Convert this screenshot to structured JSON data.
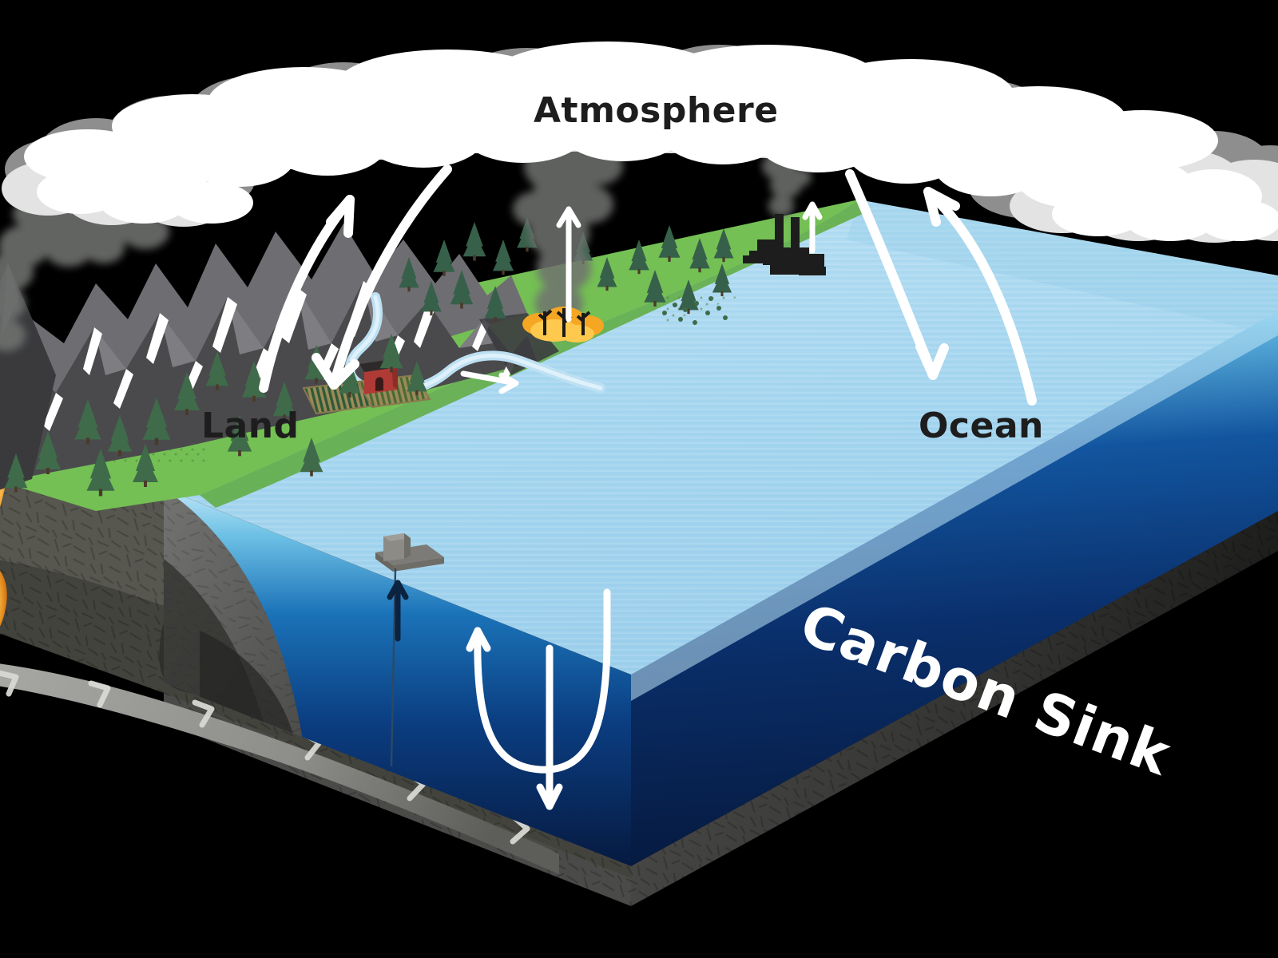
{
  "diagram": {
    "title": "Carbon cycle / carbon sink cross-section block diagram",
    "background_color": "#000000",
    "labels": {
      "atmosphere": "Atmosphere",
      "land": "Land",
      "ocean": "Ocean",
      "carbon_sink": "Carbon Sink"
    },
    "label_colors": {
      "atmosphere": "#1d1d1d",
      "land": "#1d1d1d",
      "ocean": "#1d1d1d",
      "carbon_sink": "#ffffff"
    }
  },
  "palette": {
    "sky": "#000000",
    "cloud_white": "#ffffff",
    "cloud_light": "#e3e3e3",
    "cloud_mid": "#bdbdbd",
    "cloud_dark": "#8e8e8e",
    "land_green": "#74c054",
    "land_green_dark": "#63ad46",
    "tree_green": "#3f6b4a",
    "tree_green_dark": "#31543a",
    "mountain_dark": "#4a4a4d",
    "mountain_mid": "#6e6e72",
    "mountain_light": "#8f8f94",
    "snow": "#ffffff",
    "river_blue": "#bde0f2",
    "ocean_surface": "#a9d8ef",
    "ocean_shallow": "#7fc6e8",
    "ocean_mid": "#0e63ab",
    "ocean_deep": "#0a2d63",
    "ocean_abyss": "#071d45",
    "crust_light": "#9a9a98",
    "crust_mid": "#5f5f5e",
    "crust_dark": "#3a3a39",
    "crust_darkest": "#2a2a29",
    "barn_red": "#b03a35",
    "barn_roof": "#2f2a2a",
    "fire_orange": "#f5a623",
    "fire_yellow": "#ffc94d",
    "smoke_gray": "#6f7270",
    "factory_black": "#1d1d1d",
    "magma_orange": "#f0941f",
    "arrow_white": "#ffffff",
    "arrow_navy": "#0c2340"
  },
  "features": {
    "atmosphere": {
      "name": "Atmosphere",
      "element": "cloud-bank",
      "cloud_rows": 3
    },
    "land": {
      "name": "Land",
      "items": [
        {
          "id": "mountain-range",
          "label": "Snow-capped mountain range"
        },
        {
          "id": "volcano-plume",
          "label": "Volcanic ash plume"
        },
        {
          "id": "conifer-forest",
          "label": "Conifer forest"
        },
        {
          "id": "river",
          "label": "Meandering river"
        },
        {
          "id": "red-barn",
          "label": "Red barn"
        },
        {
          "id": "crop-fields",
          "label": "Two tilled crop fields"
        },
        {
          "id": "wildfire",
          "label": "Wildfire with smoke plume"
        },
        {
          "id": "factory",
          "label": "Industrial factory with smokestacks"
        }
      ]
    },
    "ocean": {
      "name": "Ocean",
      "items": [
        {
          "id": "offshore-platform",
          "label": "Offshore platform with drill line"
        },
        {
          "id": "ocean-surface",
          "label": "Ocean surface"
        },
        {
          "id": "ocean-cross-section",
          "label": "Ocean depth cross-section"
        }
      ]
    },
    "crust": {
      "name": "Crust / seafloor",
      "items": [
        {
          "id": "seafloor-slope",
          "label": "Continental slope"
        },
        {
          "id": "plate-band",
          "label": "Tectonic plate band with motion chevrons"
        }
      ],
      "chevron_count": 10,
      "chevron_direction": "left"
    }
  },
  "flux_arrows": [
    {
      "id": "land-to-atmosphere",
      "style": "curved",
      "color": "#ffffff",
      "direction": "up",
      "from": "Land",
      "to": "Atmosphere"
    },
    {
      "id": "atmosphere-to-land",
      "style": "curved",
      "color": "#ffffff",
      "direction": "down",
      "from": "Atmosphere",
      "to": "Land"
    },
    {
      "id": "wildfire-to-atmosphere",
      "style": "straight",
      "color": "#ffffff",
      "direction": "up",
      "from": "Wildfire",
      "to": "Atmosphere"
    },
    {
      "id": "factory-to-atmosphere",
      "style": "straight",
      "color": "#ffffff",
      "direction": "up",
      "from": "Factory",
      "to": "Atmosphere"
    },
    {
      "id": "atmosphere-to-ocean",
      "style": "curved",
      "color": "#ffffff",
      "direction": "down",
      "from": "Atmosphere",
      "to": "Ocean"
    },
    {
      "id": "ocean-to-atmosphere",
      "style": "curved",
      "color": "#ffffff",
      "direction": "up",
      "from": "Ocean",
      "to": "Atmosphere"
    },
    {
      "id": "river-to-ocean",
      "style": "straight",
      "color": "#ffffff",
      "direction": "right",
      "from": "River",
      "to": "Ocean"
    },
    {
      "id": "deep-ocean-upwelling",
      "style": "u-turn",
      "color": "#ffffff",
      "direction": "up",
      "from": "Deep ocean",
      "to": "Ocean surface"
    },
    {
      "id": "ocean-downwelling",
      "style": "straight",
      "color": "#ffffff",
      "direction": "down",
      "from": "Ocean surface",
      "to": "Deep ocean"
    },
    {
      "id": "platform-upflow",
      "style": "straight",
      "color": "#0c2340",
      "direction": "up",
      "from": "Seafloor",
      "to": "Offshore platform"
    }
  ]
}
